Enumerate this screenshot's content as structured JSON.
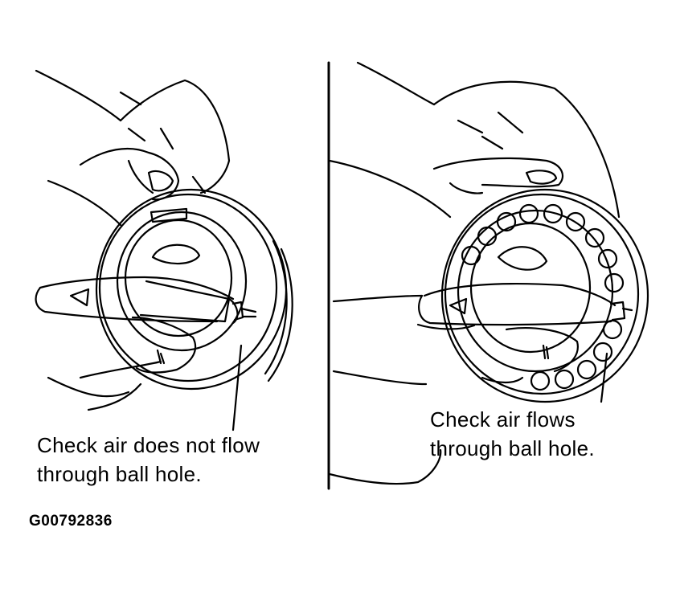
{
  "left_panel": {
    "caption_line1": "Check air does not flow",
    "caption_line2": "through ball hole."
  },
  "right_panel": {
    "caption_line1": "Check air flows",
    "caption_line2": "through ball hole."
  },
  "figure_id": "G00792836"
}
